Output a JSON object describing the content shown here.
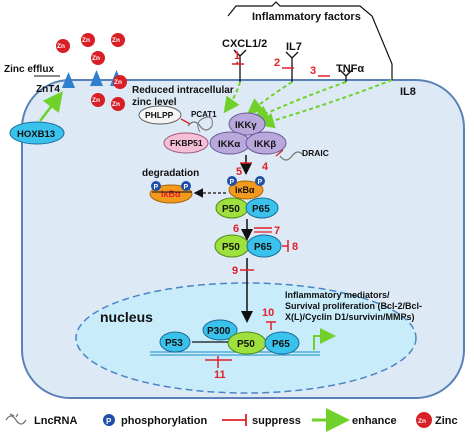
{
  "labels": {
    "zinc_efflux": "Zinc efflux",
    "znt4": "ZnT4",
    "reduced_zinc": "Reduced intracellular\nzinc level",
    "hoxb13": "HOXB13",
    "phlpp": "PHLPP",
    "pcat1": "PCAT1",
    "fkbp51": "FKBP51",
    "ikka": "IKKα",
    "ikkb": "IKKβ",
    "ikky": "IKKγ",
    "draic": "DRAIC",
    "inflammatory_factors": "Inflammatory factors",
    "cxcl": "CXCL1/2",
    "il7": "IL7",
    "tnfa": "TNFα",
    "il8": "IL8",
    "degradation": "degradation",
    "ikba": "IκBα",
    "p50": "P50",
    "p65": "P65",
    "p300": "P300",
    "p53": "P53",
    "nucleus": "nucleus",
    "mediators": "Inflammatory mediators/\nSurvival proliferation (Bcl-2/Bcl-\nX(L)/Cyclin D1/survivin/MMPs)",
    "phospho_p": "P",
    "zn": "Zn"
  },
  "numbers": [
    "1",
    "2",
    "3",
    "4",
    "5",
    "6",
    "7",
    "8",
    "9",
    "10",
    "11"
  ],
  "legend": {
    "lncrna": "LncRNA",
    "phosphorylation": "phosphorylation",
    "suppress": "suppress",
    "enhance": "enhance",
    "zinc": "Zinc"
  },
  "colors": {
    "cell_fill": "#dde9f5",
    "cell_stroke": "#5a82b8",
    "nucleus_fill": "#c9ecfb",
    "nucleus_stroke": "#4a86c6",
    "green_fill": "#9ee03c",
    "cyan_fill": "#39c3ec",
    "pink_fill": "#f5bfd8",
    "purple_fill": "#b9a8dc",
    "orange_fill": "#f39a1e",
    "red": "#e0202a",
    "enhance_green": "#6fd12a",
    "zinc_red": "#d81f26"
  }
}
